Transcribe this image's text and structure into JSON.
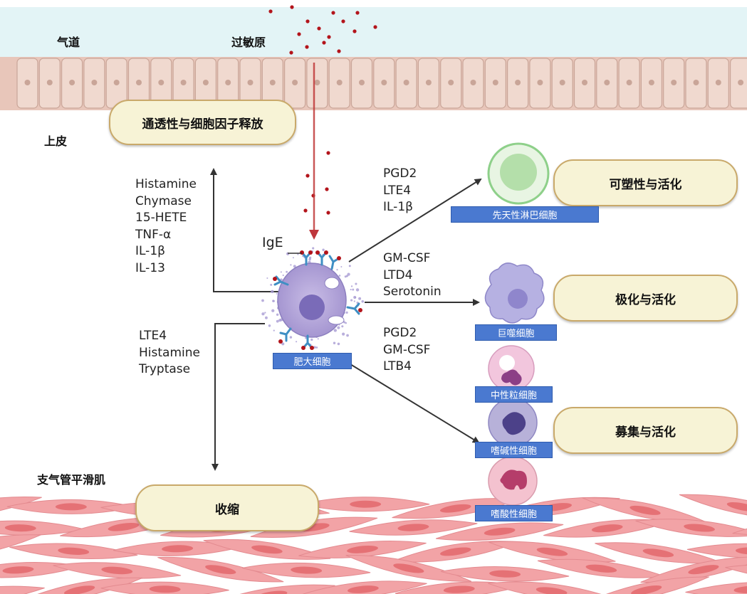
{
  "labels": {
    "airway": "气道",
    "allergen": "过敏原",
    "epithelium": "上皮",
    "smooth_muscle": "支气管平滑肌",
    "ige": "IgE"
  },
  "pills": {
    "permeability": "通透性与细胞因子释放",
    "plasticity": "可塑性与活化",
    "polarization": "极化与活化",
    "recruitment": "募集与活化",
    "contraction": "收缩"
  },
  "cell_tags": {
    "mast_cell": "肥大细胞",
    "ilc": "先天性淋巴细胞",
    "macrophage": "巨噬细胞",
    "neutrophil": "中性粒细胞",
    "basophil": "嗜碱性细胞",
    "eosinophil": "嗜酸性细胞"
  },
  "mediators": {
    "epithelium": [
      "Histamine",
      "Chymase",
      "15-HETE",
      "TNF-α",
      "IL-1β",
      "IL-13"
    ],
    "muscle": [
      "LTE4",
      "Histamine",
      "Tryptase"
    ],
    "ilc": [
      "PGD2",
      "LTE4",
      "IL-1β"
    ],
    "macrophage": [
      "GM-CSF",
      "LTD4",
      "Serotonin"
    ],
    "granulocytes": [
      "PGD2",
      "GM-CSF",
      "LTB4"
    ]
  },
  "colors": {
    "airway_bg": "#e3f4f6",
    "epithelial_cell": "#f0d9cf",
    "muscle_cell": "#f2a3a6",
    "allergen": "#b3141b",
    "pill_fill": "#f7f3d6",
    "pill_border": "#c9a96a",
    "tag_fill": "#4a79d0",
    "mast_cell": "#b3a6d8"
  }
}
